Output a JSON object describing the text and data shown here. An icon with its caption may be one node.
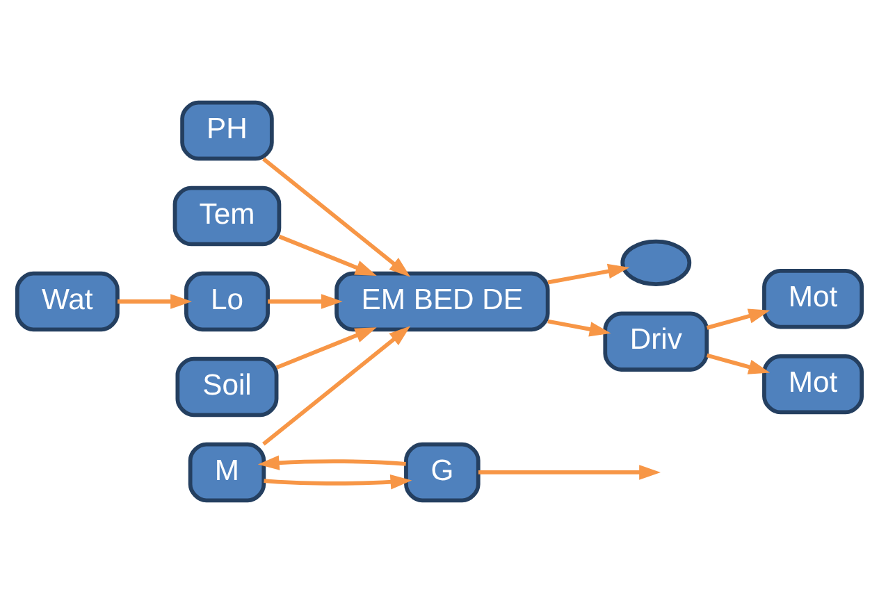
{
  "diagram": {
    "nodes": [
      {
        "text": [],
        "shape": "ellipse"
      },
      {
        "text": [
          "PH"
        ]
      },
      {
        "text": [
          "EM BED DE"
        ]
      },
      {
        "text": [
          "M"
        ]
      },
      {
        "text": [
          "G"
        ]
      },
      {
        "text": [
          "Tem"
        ]
      },
      {
        "text": [
          "Lo"
        ]
      },
      {
        "text": [
          "Wat"
        ]
      },
      {
        "text": [
          "Mot"
        ]
      },
      {
        "text": [
          "Mot"
        ]
      },
      {
        "text": [
          "Driv"
        ]
      },
      {
        "text": [
          "Soil"
        ]
      }
    ],
    "edges": [
      {
        "from": 2,
        "to": 0,
        "arrow": "to"
      },
      {
        "from": 1,
        "to": 2,
        "arrow": "to"
      },
      {
        "from": 5,
        "to": 2,
        "arrow": "to"
      },
      {
        "from": 3,
        "to": 2,
        "arrow": "to"
      },
      {
        "from": 3,
        "to": 4,
        "arrow": "to"
      },
      {
        "from": 4,
        "to": 3,
        "arrow": "to"
      },
      {
        "from": 7,
        "to": 6,
        "arrow": "to"
      },
      {
        "from": 6,
        "to": 2,
        "arrow": "to"
      },
      {
        "from": 2,
        "to": 10,
        "arrow": "to"
      },
      {
        "from": 11,
        "to": 2,
        "arrow": "to"
      },
      {
        "from": 10,
        "to": 8,
        "arrow": "to"
      },
      {
        "from": 10,
        "to": 9,
        "arrow": "to"
      },
      {
        "from": 4,
        "to": null,
        "arrow": "to"
      }
    ]
  }
}
